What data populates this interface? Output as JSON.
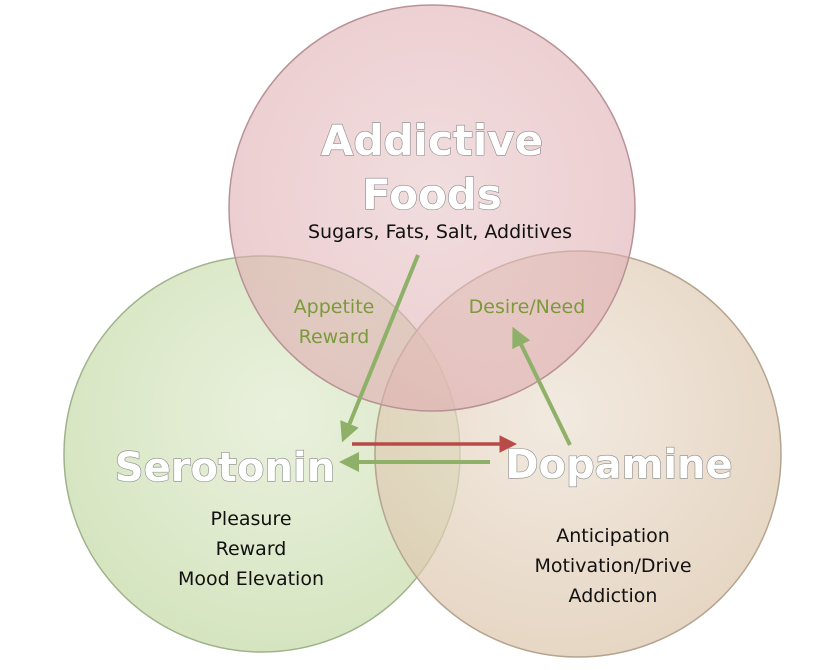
{
  "circles": {
    "addictive_foods": {
      "title_line1": "Addictive",
      "title_line2": "Foods",
      "subtitle": "Sugars, Fats, Salt, Additives",
      "color": "#e0b2b6"
    },
    "serotonin": {
      "title": "Serotonin",
      "items": [
        "Pleasure",
        "Reward",
        "Mood Elevation"
      ],
      "color": "#cfe0b4"
    },
    "dopamine": {
      "title": "Dopamine",
      "items": [
        "Anticipation",
        "Motivation/Drive",
        "Addiction"
      ],
      "color": "#e2cfb8"
    }
  },
  "overlaps": {
    "foods_serotonin": [
      "Appetite",
      "Reward"
    ],
    "foods_dopamine": "Desire/Need"
  },
  "arrow_colors": {
    "green": "#8fb069",
    "red": "#b84a47"
  }
}
